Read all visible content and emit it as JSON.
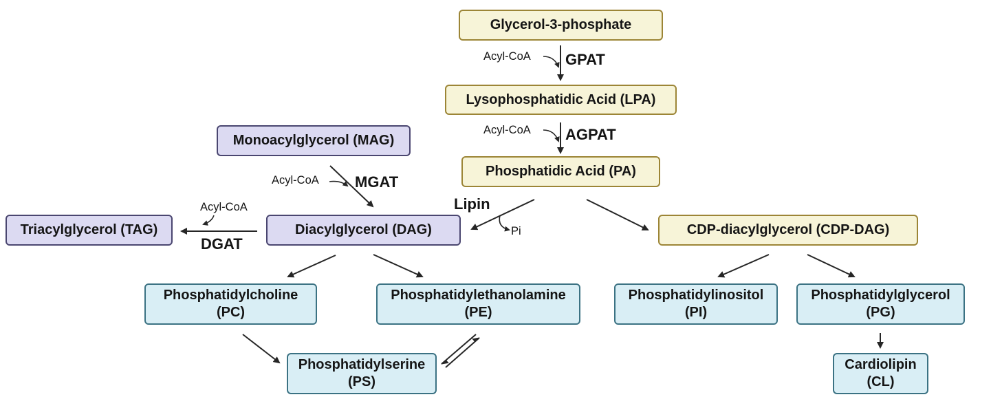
{
  "title": "Glycerolipid biosynthesis pathway",
  "colors": {
    "neutral_lipid_fill": "#dcdaf2",
    "neutral_lipid_border": "#4a4670",
    "precursor_fill": "#f7f4d8",
    "precursor_border": "#9c8536",
    "phospholipid_fill": "#d9eef5",
    "phospholipid_border": "#3b7283",
    "arrow": "#262626"
  },
  "nodes": {
    "g3p": {
      "label": "Glycerol-3-phosphate"
    },
    "lpa": {
      "label": "Lysophosphatidic Acid (LPA)"
    },
    "pa": {
      "label": "Phosphatidic Acid (PA)"
    },
    "mag": {
      "label": "Monoacylglycerol (MAG)"
    },
    "dag": {
      "label": "Diacylglycerol (DAG)"
    },
    "tag": {
      "label": "Triacylglycerol (TAG)"
    },
    "cdp_dag": {
      "label": "CDP-diacylglycerol (CDP-DAG)"
    },
    "pc": {
      "line1": "Phosphatidylcholine",
      "line2": "(PC)"
    },
    "pe": {
      "line1": "Phosphatidylethanolamine",
      "line2": "(PE)"
    },
    "ps": {
      "line1": "Phosphatidylserine",
      "line2": "(PS)"
    },
    "pi": {
      "line1": "Phosphatidylinositol",
      "line2": "(PI)"
    },
    "pg": {
      "line1": "Phosphatidylglycerol",
      "line2": "(PG)"
    },
    "cl": {
      "line1": "Cardiolipin",
      "line2": "(CL)"
    }
  },
  "enzymes": {
    "gpat": "GPAT",
    "agpat": "AGPAT",
    "mgat": "MGAT",
    "dgat": "DGAT",
    "lipin": "Lipin"
  },
  "cofactors": {
    "gpat_input": "Acyl-CoA",
    "agpat_input": "Acyl-CoA",
    "mgat_input": "Acyl-CoA",
    "dgat_input": "Acyl-CoA",
    "lipin_output": "Pi"
  },
  "edges": [
    {
      "from": "g3p",
      "to": "lpa",
      "enzyme": "GPAT",
      "cofactor": "Acyl-CoA"
    },
    {
      "from": "lpa",
      "to": "pa",
      "enzyme": "AGPAT",
      "cofactor": "Acyl-CoA"
    },
    {
      "from": "pa",
      "to": "dag",
      "enzyme": "Lipin",
      "byproduct": "Pi"
    },
    {
      "from": "pa",
      "to": "cdp_dag"
    },
    {
      "from": "mag",
      "to": "dag",
      "enzyme": "MGAT",
      "cofactor": "Acyl-CoA"
    },
    {
      "from": "dag",
      "to": "tag",
      "enzyme": "DGAT",
      "cofactor": "Acyl-CoA"
    },
    {
      "from": "dag",
      "to": "pc"
    },
    {
      "from": "dag",
      "to": "pe"
    },
    {
      "from": "pc",
      "to": "ps"
    },
    {
      "from": "pe",
      "to": "ps",
      "reversible": true
    },
    {
      "from": "cdp_dag",
      "to": "pi"
    },
    {
      "from": "cdp_dag",
      "to": "pg"
    },
    {
      "from": "pg",
      "to": "cl"
    }
  ]
}
